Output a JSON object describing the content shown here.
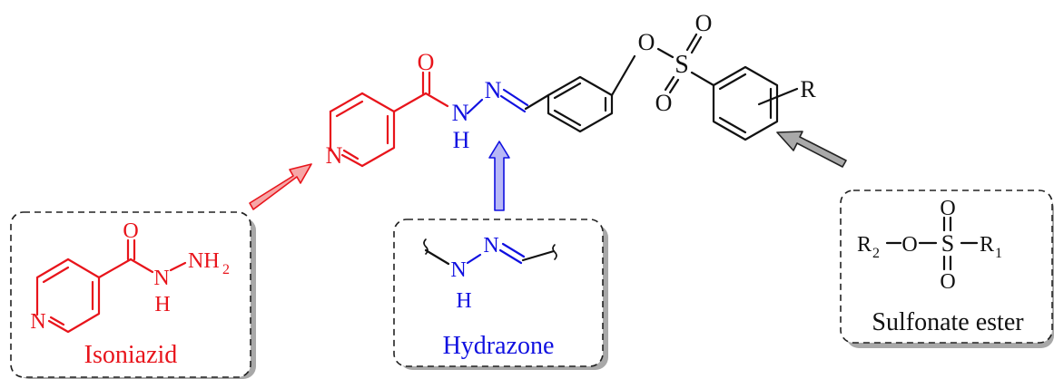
{
  "colors": {
    "isoniazid": "#e8141b",
    "hydrazone": "#1010e0",
    "sulfonate": "#111111",
    "arrow_isoniazid_fill": "#f6a7a7",
    "arrow_hydrazone_fill": "#b8b8f6",
    "arrow_sulfonate_fill": "#a9a9a9"
  },
  "main_molecule": {
    "carbonyl_O": "O",
    "pyridine_N": "N",
    "hydrazone_N1": "N",
    "hydrazone_H": "H",
    "hydrazone_N2": "N",
    "ester_O": "O",
    "sulfur": "S",
    "sulfonyl_O_top": "O",
    "sulfonyl_O_bottom": "O",
    "substituent": "R"
  },
  "boxes": {
    "isoniazid": {
      "caption": "Isoniazid",
      "atoms": {
        "O": "O",
        "N_ring": "N",
        "N": "N",
        "H": "H",
        "NH2": "NH",
        "NH2_sub": "2"
      }
    },
    "hydrazone": {
      "caption": "Hydrazone",
      "atoms": {
        "N1": "N",
        "N2": "N",
        "H": "H"
      }
    },
    "sulfonate": {
      "caption": "Sulfonate ester",
      "atoms": {
        "R2": "R",
        "R2_sub": "2",
        "O_link": "O",
        "S": "S",
        "R1": "R",
        "R1_sub": "1",
        "O_top": "O",
        "O_bottom": "O"
      }
    }
  }
}
